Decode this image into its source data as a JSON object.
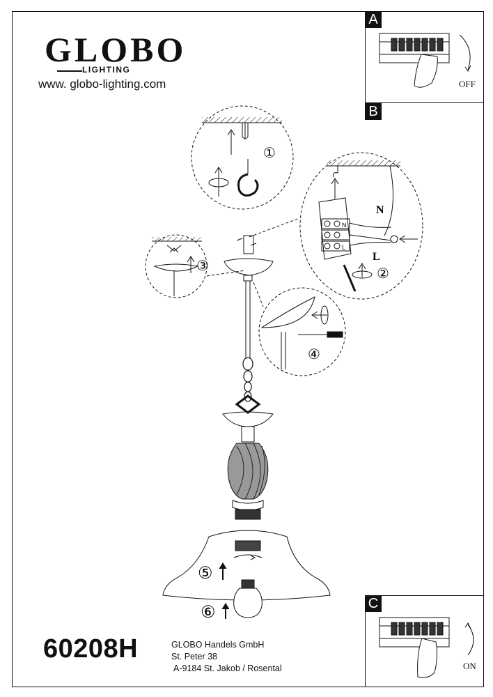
{
  "brand": {
    "name": "GLOBO",
    "subline": "LIGHTING",
    "url": "www. globo-lighting.com"
  },
  "panels": {
    "a": {
      "tag": "A",
      "state": "OFF"
    },
    "b": {
      "tag": "B"
    },
    "c": {
      "tag": "C",
      "state": "ON"
    }
  },
  "steps": [
    "①",
    "②",
    "③",
    "④",
    "⑤",
    "⑥"
  ],
  "wiring": {
    "neutral": "N",
    "live": "L",
    "terminal_n": "N",
    "terminal_l": "L"
  },
  "model": "60208H",
  "company": {
    "name": "GLOBO Handels GmbH",
    "street": "St. Peter 38",
    "city": "A-9184 St. Jakob / Rosental"
  }
}
